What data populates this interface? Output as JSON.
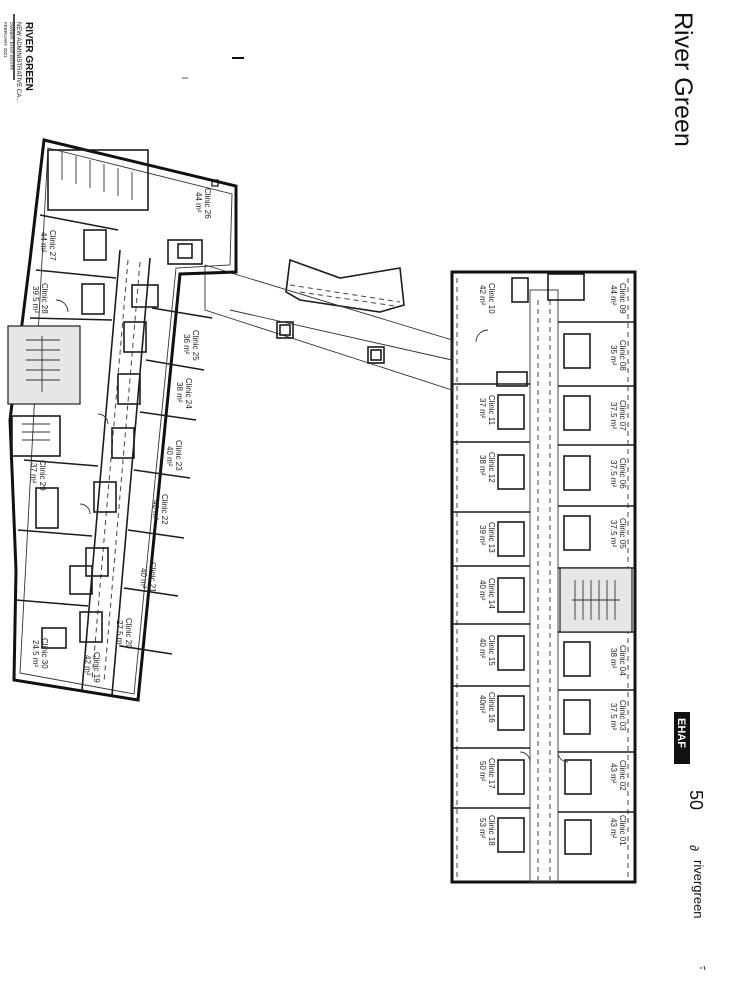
{
  "title": "River Green",
  "header": {
    "project": "RIVER GREEN",
    "subtitle": "NEW ADMINISTRATIVE CA...",
    "line3": "OWNER: EHAF EGYPT",
    "line4": "FEBRUARY 2021"
  },
  "logos": {
    "ehaf": "EHAF",
    "fifty": "50",
    "rivergreen": "rivergreen"
  },
  "clinics": {
    "c01": {
      "name": "Clinic 01",
      "area": "43 m²"
    },
    "c02": {
      "name": "Clinic 02",
      "area": "43 m²"
    },
    "c03": {
      "name": "Clinic 03",
      "area": "37.5 m²"
    },
    "c04": {
      "name": "Clinic 04",
      "area": "38 m²"
    },
    "c05": {
      "name": "Clinic 05",
      "area": "37.5 m²"
    },
    "c06": {
      "name": "Clinic 06",
      "area": "37.5 m²"
    },
    "c07": {
      "name": "Clinic 07",
      "area": "37.5 m²"
    },
    "c08": {
      "name": "Clinic 08",
      "area": "35 m²"
    },
    "c09": {
      "name": "Clinic 09",
      "area": "44 m²"
    },
    "c10": {
      "name": "Clinic 10",
      "area": "42 m²"
    },
    "c11": {
      "name": "Clinic 11",
      "area": "37 m²"
    },
    "c12": {
      "name": "Clinic 12",
      "area": "38 m²"
    },
    "c13": {
      "name": "Clinic 13",
      "area": "39 m²"
    },
    "c14": {
      "name": "Clinic 14",
      "area": "40 m²"
    },
    "c15": {
      "name": "Clinic 15",
      "area": "40 m²"
    },
    "c16": {
      "name": "Clinic 16",
      "area": "40m²"
    },
    "c17": {
      "name": "Clinic 17",
      "area": "50 m²"
    },
    "c18": {
      "name": "Clinic 18",
      "area": "53 m²"
    },
    "c19": {
      "name": "Clinic 19",
      "area": "42 m²"
    },
    "c20": {
      "name": "Clinic 20",
      "area": "27.5 m²"
    },
    "c21": {
      "name": "Clinic 21",
      "area": "40 m²"
    },
    "c22": {
      "name": "Clinic 22",
      "area": "40 m²"
    },
    "c23": {
      "name": "Clinic 23",
      "area": "40 m²"
    },
    "c24": {
      "name": "Clinic 24",
      "area": "38 m²"
    },
    "c25": {
      "name": "Clinic 25",
      "area": "36 m²"
    },
    "c26": {
      "name": "Clinic 26",
      "area": "44 m²"
    },
    "c27": {
      "name": "Clinic 27",
      "area": "44 m²"
    },
    "c28": {
      "name": "Clinic 28",
      "area": "39.5 m²"
    },
    "c29": {
      "name": "Clinic 29",
      "area": "37 m²"
    },
    "c30": {
      "name": "Clinic 30",
      "area": "24.5 m²"
    }
  }
}
